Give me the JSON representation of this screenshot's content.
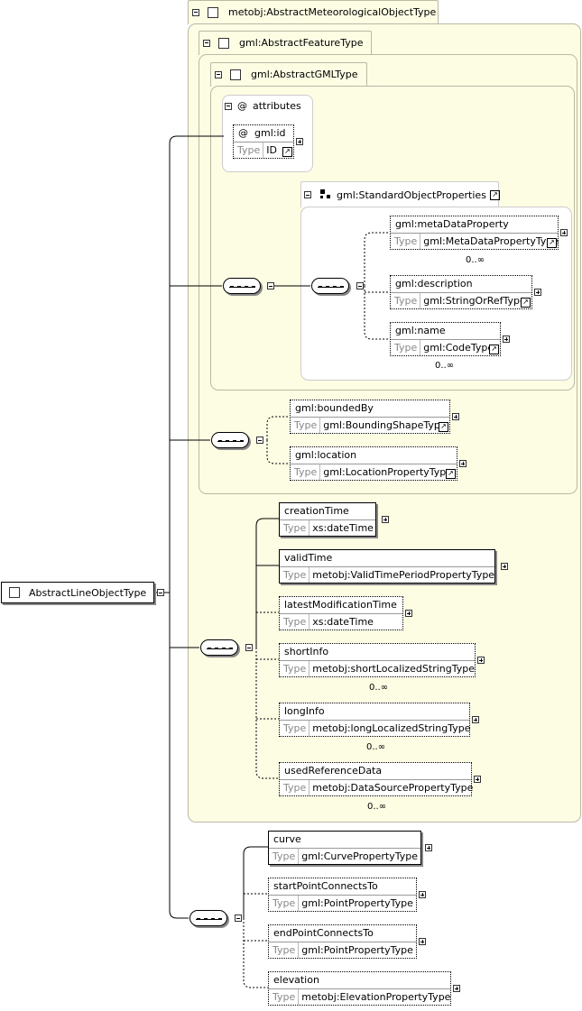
{
  "root": {
    "name": "AbstractLineObjectType"
  },
  "extensions": {
    "meteorological": {
      "name": "metobj:AbstractMeteorologicalObjectType"
    },
    "feature": {
      "name": "gml:AbstractFeatureType"
    },
    "gml": {
      "name": "gml:AbstractGMLType"
    },
    "standard_props": {
      "name": "gml:StandardObjectProperties"
    }
  },
  "attributes": {
    "title": "attributes",
    "at_symbol": "@",
    "id": {
      "name": "gml:id",
      "type_label": "Type",
      "type": "ID"
    }
  },
  "elements": {
    "metaDataProperty": {
      "name": "gml:metaDataProperty",
      "type_label": "Type",
      "type": "gml:MetaDataPropertyType",
      "card": "0..∞"
    },
    "description": {
      "name": "gml:description",
      "type_label": "Type",
      "type": "gml:StringOrRefType"
    },
    "gmlname": {
      "name": "gml:name",
      "type_label": "Type",
      "type": "gml:CodeType",
      "card": "0..∞"
    },
    "boundedBy": {
      "name": "gml:boundedBy",
      "type_label": "Type",
      "type": "gml:BoundingShapeType"
    },
    "location": {
      "name": "gml:location",
      "type_label": "Type",
      "type": "gml:LocationPropertyType"
    },
    "creationTime": {
      "name": "creationTime",
      "type_label": "Type",
      "type": "xs:dateTime"
    },
    "validTime": {
      "name": "validTime",
      "type_label": "Type",
      "type": "metobj:ValidTimePeriodPropertyType"
    },
    "latestModificationTime": {
      "name": "latestModificationTime",
      "type_label": "Type",
      "type": "xs:dateTime"
    },
    "shortInfo": {
      "name": "shortInfo",
      "type_label": "Type",
      "type": "metobj:shortLocalizedStringType",
      "card": "0..∞"
    },
    "longInfo": {
      "name": "longInfo",
      "type_label": "Type",
      "type": "metobj:longLocalizedStringType",
      "card": "0..∞"
    },
    "usedReferenceData": {
      "name": "usedReferenceData",
      "type_label": "Type",
      "type": "metobj:DataSourcePropertyType",
      "card": "0..∞"
    },
    "curve": {
      "name": "curve",
      "type_label": "Type",
      "type": "gml:CurvePropertyType"
    },
    "startPointConnectsTo": {
      "name": "startPointConnectsTo",
      "type_label": "Type",
      "type": "gml:PointPropertyType"
    },
    "endPointConnectsTo": {
      "name": "endPointConnectsTo",
      "type_label": "Type",
      "type": "gml:PointPropertyType"
    },
    "elevation": {
      "name": "elevation",
      "type_label": "Type",
      "type": "metobj:ElevationPropertyType"
    }
  },
  "icons": {
    "link": "link-arrow-icon",
    "expand": "plus-icon",
    "collapse": "minus-icon",
    "sequence": "sequence-icon",
    "group": "group-icon"
  }
}
